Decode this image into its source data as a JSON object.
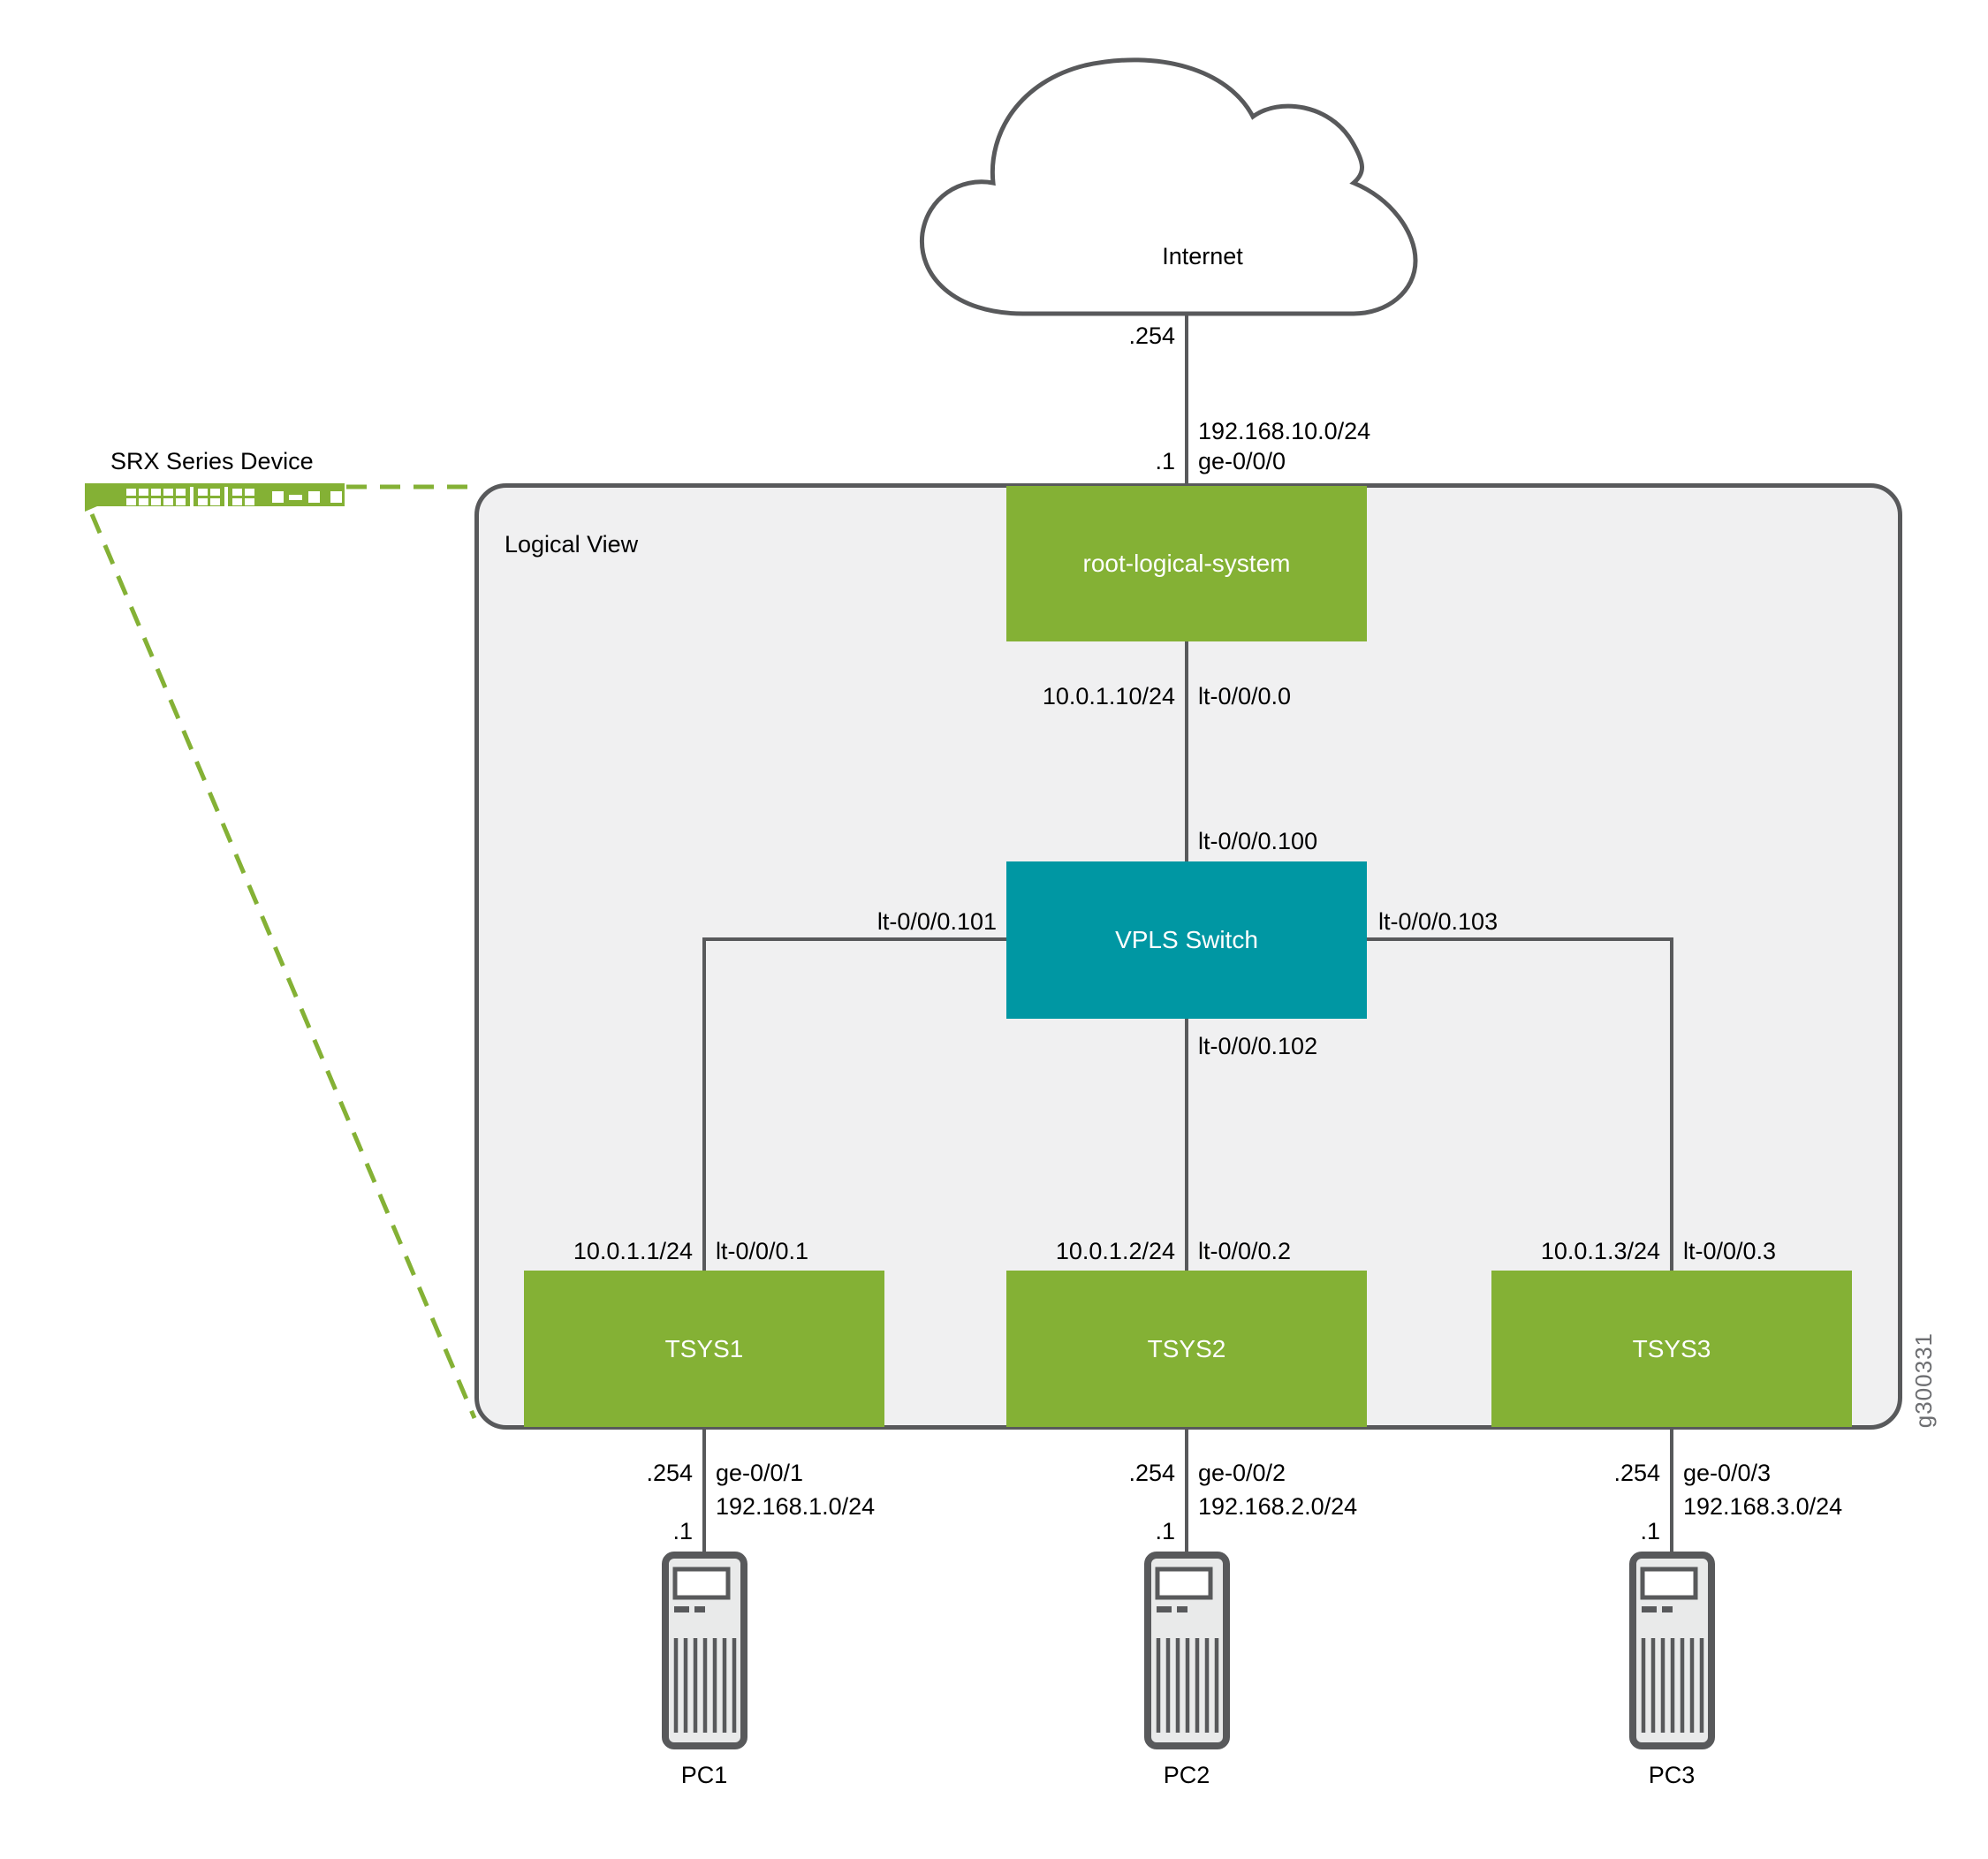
{
  "labels": {
    "internet": "Internet",
    "srx": "SRX Series Device",
    "logical_view": "Logical View",
    "figure_id": "g300331"
  },
  "wan": {
    "cloud_side": ".254",
    "subnet": "192.168.10.0/24",
    "iface": "ge-0/0/0",
    "device_side": ".1"
  },
  "root": {
    "name": "root-logical-system",
    "ip": "10.0.1.10/24",
    "iface": "lt-0/0/0.0"
  },
  "vpls": {
    "name": "VPLS Switch",
    "up": "lt-0/0/0.100",
    "left": "lt-0/0/0.101",
    "down": "lt-0/0/0.102",
    "right": "lt-0/0/0.103"
  },
  "tsys": [
    {
      "name": "TSYS1",
      "ip": "10.0.1.1/24",
      "iface": "lt-0/0/0.1",
      "gw": ".254",
      "lan_iface": "ge-0/0/1",
      "lan_subnet": "192.168.1.0/24",
      "pc": {
        "name": "PC1",
        "ip": ".1"
      }
    },
    {
      "name": "TSYS2",
      "ip": "10.0.1.2/24",
      "iface": "lt-0/0/0.2",
      "gw": ".254",
      "lan_iface": "ge-0/0/2",
      "lan_subnet": "192.168.2.0/24",
      "pc": {
        "name": "PC2",
        "ip": ".1"
      }
    },
    {
      "name": "TSYS3",
      "ip": "10.0.1.3/24",
      "iface": "lt-0/0/0.3",
      "gw": ".254",
      "lan_iface": "ge-0/0/3",
      "lan_subnet": "192.168.3.0/24",
      "pc": {
        "name": "PC3",
        "ip": ".1"
      }
    }
  ],
  "colors": {
    "green": "#84b135",
    "teal": "#0097a3",
    "line_gray": "#58595b",
    "panel_fill": "#f0f0f1",
    "muted_text": "#6d6e71"
  }
}
